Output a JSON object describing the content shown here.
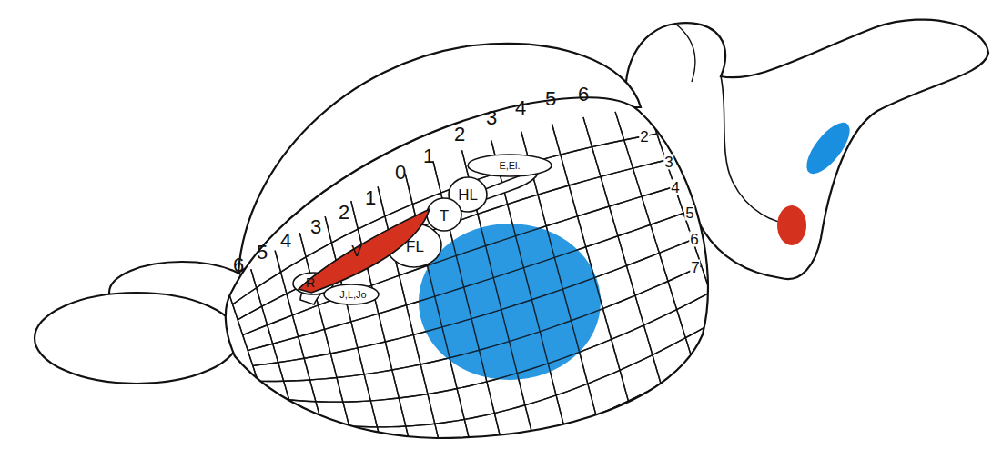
{
  "diagram": {
    "labels": [
      "6",
      "5",
      "4",
      "3",
      "2",
      "1",
      "0",
      "1",
      "2",
      "3",
      "4",
      "5",
      "6",
      "2",
      "3",
      "4",
      "5",
      "6",
      "7",
      "E,El.",
      "HL",
      "T",
      "FL",
      "V",
      "R",
      "J,L,Jo"
    ]
  }
}
